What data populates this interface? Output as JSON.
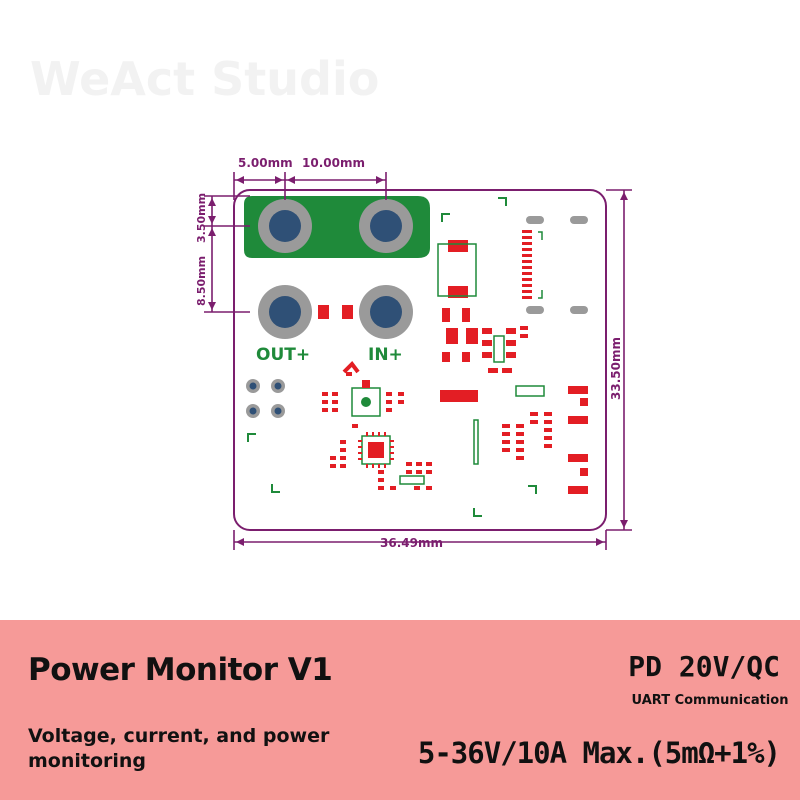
{
  "board": {
    "watermark": "WeAct Studio",
    "dimensions": {
      "hole_spacing_a": "5.00mm",
      "hole_spacing_b": "10.00mm",
      "height_top": "3.50mm",
      "height_mid": "8.50mm",
      "height_total": "33.50mm",
      "width_total": "36.49mm"
    },
    "labels": {
      "out": "OUT+",
      "in": "IN+"
    }
  },
  "banner": {
    "title": "Power Monitor V1",
    "description": "Voltage, current, and power monitoring",
    "spec_pd": "PD 20V/QC",
    "spec_uart": "UART Communication",
    "spec_range": "5-36V/10A Max.(5mΩ+1%)"
  },
  "colors": {
    "outline": "#7b1e6e",
    "pad_red": "#e31e24",
    "silk_green": "#1f8a3a",
    "hole_fill": "#2f5076",
    "hole_ring": "#9a9a9a",
    "banner_bg": "#f69a98"
  }
}
